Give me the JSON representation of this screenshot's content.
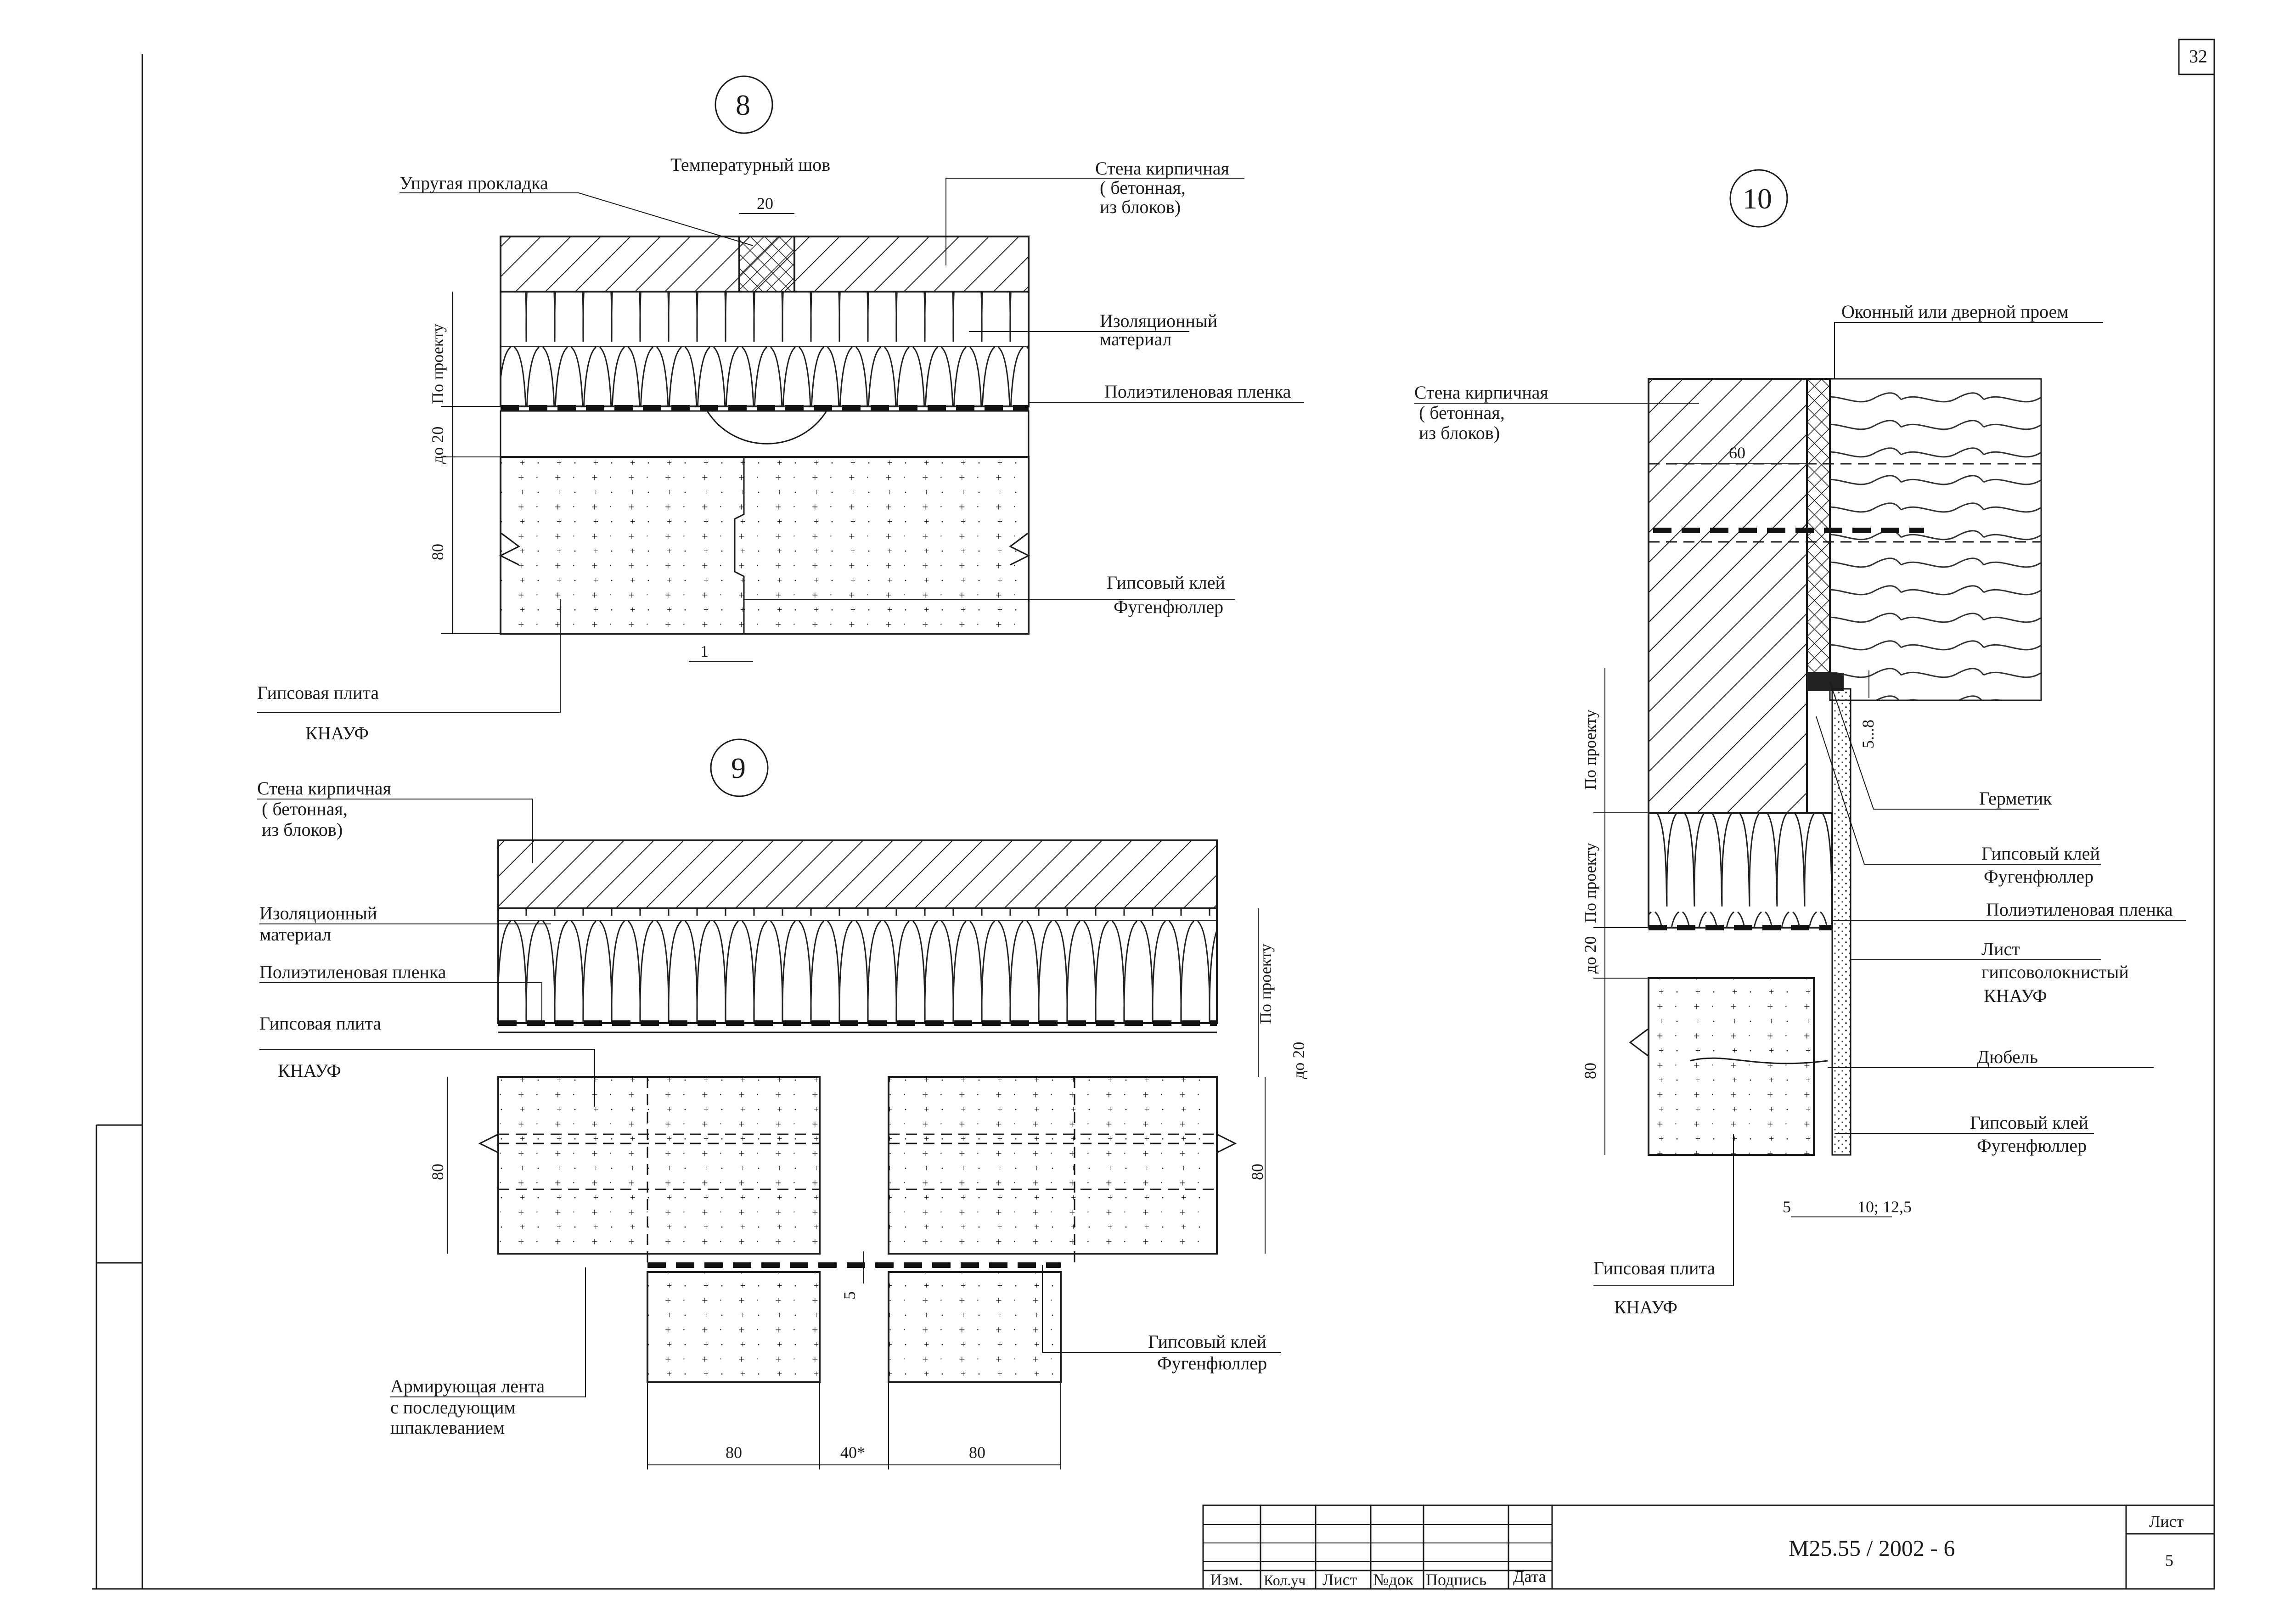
{
  "sheet": {
    "corner_number": "32",
    "code": "М25.55 / 2002 - 6",
    "list_label": "Лист",
    "list_number": "5",
    "stamp_headers": [
      "Изм.",
      "Кол.уч",
      "Лист",
      "№док",
      "Подпись",
      "Дата"
    ]
  },
  "detail8": {
    "number": "8",
    "label_joint": "Температурный шов",
    "label_pad": "Упругая прокладка",
    "wall": [
      "Стена кирпичная",
      "( бетонная,",
      "из блоков)"
    ],
    "insulation": [
      "Изоляционный",
      "материал"
    ],
    "film": "Полиэтиленовая пленка",
    "glue": [
      "Гипсовый клей",
      "Фугенфюллер"
    ],
    "board": [
      "Гипсовая плита",
      "КНАУФ"
    ],
    "dims": {
      "joint": "20",
      "by_project": "По проекту",
      "gap": "до 20",
      "thickness": "80",
      "seam": "1"
    }
  },
  "detail9": {
    "number": "9",
    "wall": [
      "Стена кирпичная",
      "( бетонная,",
      "из блоков)"
    ],
    "insulation": [
      "Изоляционный",
      "материал"
    ],
    "film": "Полиэтиленовая пленка",
    "board": [
      "Гипсовая плита",
      "КНАУФ"
    ],
    "tape": [
      "Армирующая лента",
      "с последующим",
      "шпаклеванием"
    ],
    "glue": [
      "Гипсовый клей",
      "Фугенфюллер"
    ],
    "dims": {
      "by_project": "По проекту",
      "gap": "до 20",
      "left": "80",
      "right": "80",
      "five": "5",
      "bottom_left": "80",
      "bottom_mid": "40*",
      "bottom_right": "80"
    }
  },
  "detail10": {
    "number": "10",
    "opening": "Оконный или дверной проем",
    "wall": [
      "Стена кирпичная",
      "( бетонная,",
      "из блоков)"
    ],
    "sealant": "Герметик",
    "glue1": [
      "Гипсовый клей",
      "Фугенфюллер"
    ],
    "film": "Полиэтиленовая пленка",
    "sheet_board": [
      "Лист",
      "гипсоволокнистый",
      "КНАУФ"
    ],
    "dowel": "Дюбель",
    "glue2": [
      "Гипсовый клей",
      "Фугенфюллер"
    ],
    "board": [
      "Гипсовая плита",
      "КНАУФ"
    ],
    "dims": {
      "sixty": "60",
      "gap": "5...8",
      "by_project1": "По проекту",
      "by_project2": "По проекту",
      "upto": "до 20",
      "thickness": "80",
      "five": "5",
      "sheet": "10; 12,5"
    }
  }
}
